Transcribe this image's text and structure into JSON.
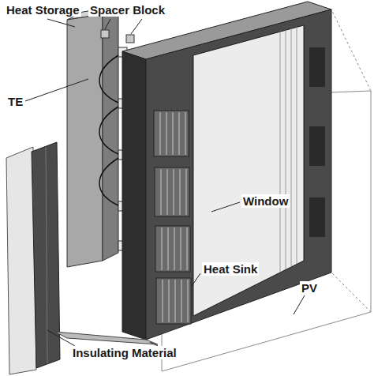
{
  "diagram": {
    "labels": [
      "Heat Storage",
      "Spacer Block",
      "TE",
      "Window",
      "Heat Sink",
      "PV",
      "Insulating Material"
    ]
  }
}
